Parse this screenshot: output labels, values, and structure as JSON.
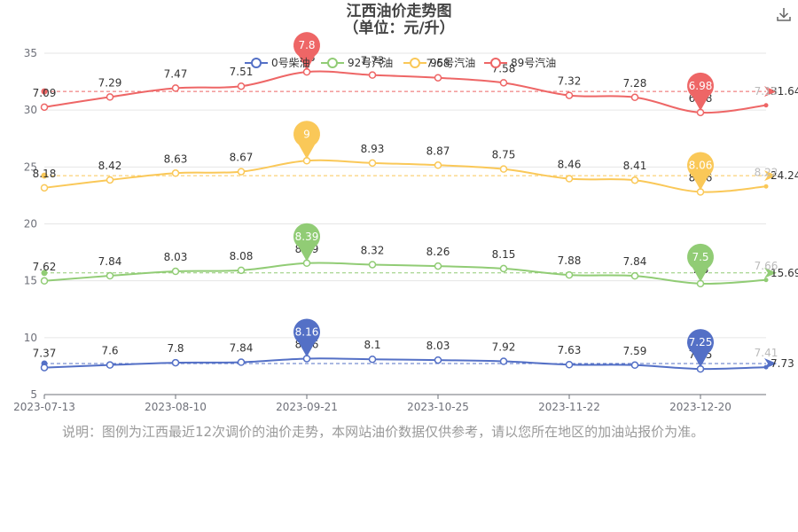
{
  "chart_data": {
    "type": "line",
    "title": "江西油价走势图",
    "subtitle": "（单位：元/升）",
    "x_labels": [
      "2023-07-13",
      "2023-08-10",
      "2023-09-21",
      "2023-10-25",
      "2023-11-22",
      "2023-12-20"
    ],
    "ylim": [
      5,
      35
    ],
    "yticks": [
      5,
      10,
      15,
      20,
      25,
      30,
      35
    ],
    "legend_position": "top-center",
    "grid": true,
    "series": [
      {
        "name": "0号柴油",
        "color": "#5470c6",
        "labels": [
          "7.37",
          "7.6",
          "7.8",
          "7.84",
          "8.16",
          "8.1",
          "8.03",
          "7.92",
          "7.63",
          "7.59",
          "7.25"
        ],
        "values": [
          7.37,
          7.6,
          7.8,
          7.84,
          8.16,
          8.1,
          8.03,
          7.92,
          7.63,
          7.59,
          7.25,
          7.41
        ],
        "max_label": "8.16",
        "min_label": "7.25",
        "avg_label": "7.73",
        "avg": 7.73,
        "last_label": "7.41"
      },
      {
        "name": "92号汽油",
        "color": "#91cc75",
        "labels": [
          "7.62",
          "7.84",
          "8.03",
          "8.08",
          "8.39",
          "8.32",
          "8.26",
          "8.15",
          "7.88",
          "7.84",
          "7.5"
        ],
        "values": [
          7.62,
          7.84,
          8.03,
          8.08,
          8.39,
          8.32,
          8.26,
          8.15,
          7.88,
          7.84,
          7.5,
          7.66
        ],
        "max_label": "8.39",
        "min_label": "7.5",
        "avg_label": "15.69",
        "avg": 15.69,
        "last_label": "7.66"
      },
      {
        "name": "95号汽油",
        "color": "#fac858",
        "labels": [
          "8.18",
          "8.42",
          "8.63",
          "8.67",
          "9",
          "8.93",
          "8.87",
          "8.75",
          "8.46",
          "8.41",
          "8.06"
        ],
        "values": [
          8.18,
          8.42,
          8.63,
          8.67,
          9,
          8.93,
          8.87,
          8.75,
          8.46,
          8.41,
          8.06,
          8.22
        ],
        "max_label": "9",
        "min_label": "8.06",
        "avg_label": "24.24",
        "avg": 24.24,
        "last_label": "8.22"
      },
      {
        "name": "89号汽油",
        "color": "#ee6666",
        "labels": [
          "7.09",
          "7.29",
          "7.47",
          "7.51",
          "7.8",
          "7.73",
          "7.68",
          "7.58",
          "7.32",
          "7.28",
          "6.98"
        ],
        "values": [
          7.09,
          7.29,
          7.47,
          7.51,
          7.8,
          7.73,
          7.68,
          7.58,
          7.32,
          7.28,
          6.98,
          7.13
        ],
        "max_label": "7.8",
        "min_label": "6.98",
        "avg_label": "31.64",
        "avg": 31.64,
        "last_label": "7.13"
      }
    ]
  },
  "note": "说明：图例为江西最近12次调价的油价走势，本网站油价数据仅供参考，请以您所在地区的加油站报价为准。",
  "icons": {
    "download": "download-icon"
  }
}
